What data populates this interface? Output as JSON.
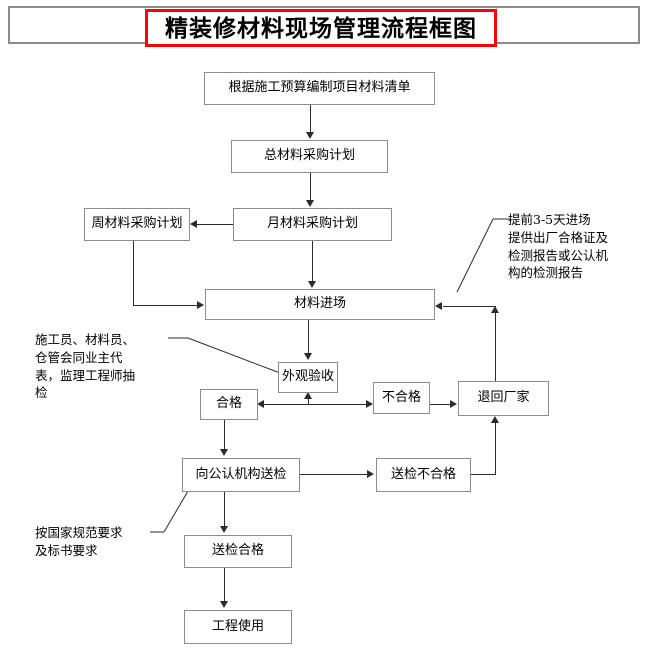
{
  "title": {
    "text": "精装修材料现场管理流程框图",
    "border_color": "#ff0000",
    "outer_border_color": "#8c8c8c"
  },
  "diagram": {
    "type": "flowchart",
    "box_border_color": "#8c8c8c",
    "connector_color": "#2b2b2b",
    "nodes": [
      {
        "id": "material_list",
        "label": "根据施工预算编制项目材料清单"
      },
      {
        "id": "total_plan",
        "label": "总材料采购计划"
      },
      {
        "id": "month_plan",
        "label": "月材料采购计划"
      },
      {
        "id": "week_plan",
        "label": "周材料采购计划"
      },
      {
        "id": "material_enter",
        "label": "材料进场"
      },
      {
        "id": "visual_check",
        "label": "外观验收"
      },
      {
        "id": "qualified",
        "label": "合格"
      },
      {
        "id": "unqualified",
        "label": "不合格"
      },
      {
        "id": "return_factory",
        "label": "退回厂家"
      },
      {
        "id": "send_inspect",
        "label": "向公认机构送检"
      },
      {
        "id": "inspect_fail",
        "label": "送检不合格"
      },
      {
        "id": "inspect_pass",
        "label": "送检合格"
      },
      {
        "id": "project_use",
        "label": "工程使用"
      }
    ],
    "notes": [
      {
        "id": "note_arrival",
        "text": "提前3-5天进场\n提供出厂合格证及\n检测报告或公认机\n构的检测报告"
      },
      {
        "id": "note_inspectors",
        "text": "施工员、材料员、\n仓管会同业主代\n表，监理工程师抽\n检"
      },
      {
        "id": "note_standard",
        "text": "按国家规范要求\n及标书要求"
      }
    ],
    "edges": [
      {
        "from": "material_list",
        "to": "total_plan"
      },
      {
        "from": "total_plan",
        "to": "month_plan"
      },
      {
        "from": "month_plan",
        "to": "week_plan"
      },
      {
        "from": "month_plan",
        "to": "material_enter"
      },
      {
        "from": "week_plan",
        "to": "material_enter"
      },
      {
        "from": "return_factory",
        "to": "material_enter"
      },
      {
        "from": "material_enter",
        "to": "visual_check"
      },
      {
        "from": "visual_check",
        "to": "qualified"
      },
      {
        "from": "visual_check",
        "to": "unqualified"
      },
      {
        "from": "unqualified",
        "to": "return_factory"
      },
      {
        "from": "qualified",
        "to": "send_inspect"
      },
      {
        "from": "send_inspect",
        "to": "inspect_fail"
      },
      {
        "from": "send_inspect",
        "to": "inspect_pass"
      },
      {
        "from": "inspect_fail",
        "to": "return_factory"
      },
      {
        "from": "inspect_pass",
        "to": "project_use"
      }
    ]
  }
}
